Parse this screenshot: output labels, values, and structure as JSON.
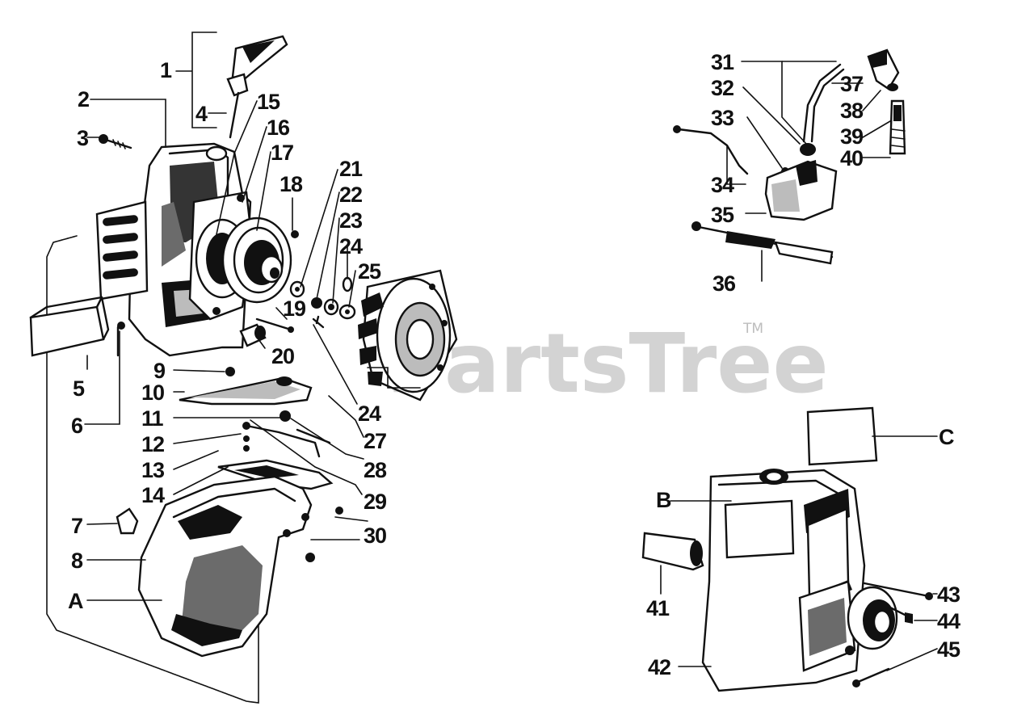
{
  "watermark": {
    "brand": "PartsTree",
    "trademark": "TM"
  },
  "callouts": {
    "c1": "1",
    "c2": "2",
    "c3": "3",
    "c4": "4",
    "c5": "5",
    "c6": "6",
    "c7": "7",
    "c8": "8",
    "c9": "9",
    "c10": "10",
    "c11": "11",
    "c12": "12",
    "c13": "13",
    "c14": "14",
    "c15": "15",
    "c16": "16",
    "c17": "17",
    "c18": "18",
    "c19": "19",
    "c20": "20",
    "c21": "21",
    "c22": "22",
    "c23": "23",
    "c24a": "24",
    "c24b": "24",
    "c25": "25",
    "c27": "27",
    "c28": "28",
    "c29": "29",
    "c30": "30",
    "c31": "31",
    "c32": "32",
    "c33": "33",
    "c34": "34",
    "c35": "35",
    "c36": "36",
    "c37": "37",
    "c38": "38",
    "c39": "39",
    "c40": "40",
    "c41": "41",
    "c42": "42",
    "c43": "43",
    "c44": "44",
    "c45": "45",
    "cA": "A",
    "cB": "B",
    "cC": "C"
  }
}
